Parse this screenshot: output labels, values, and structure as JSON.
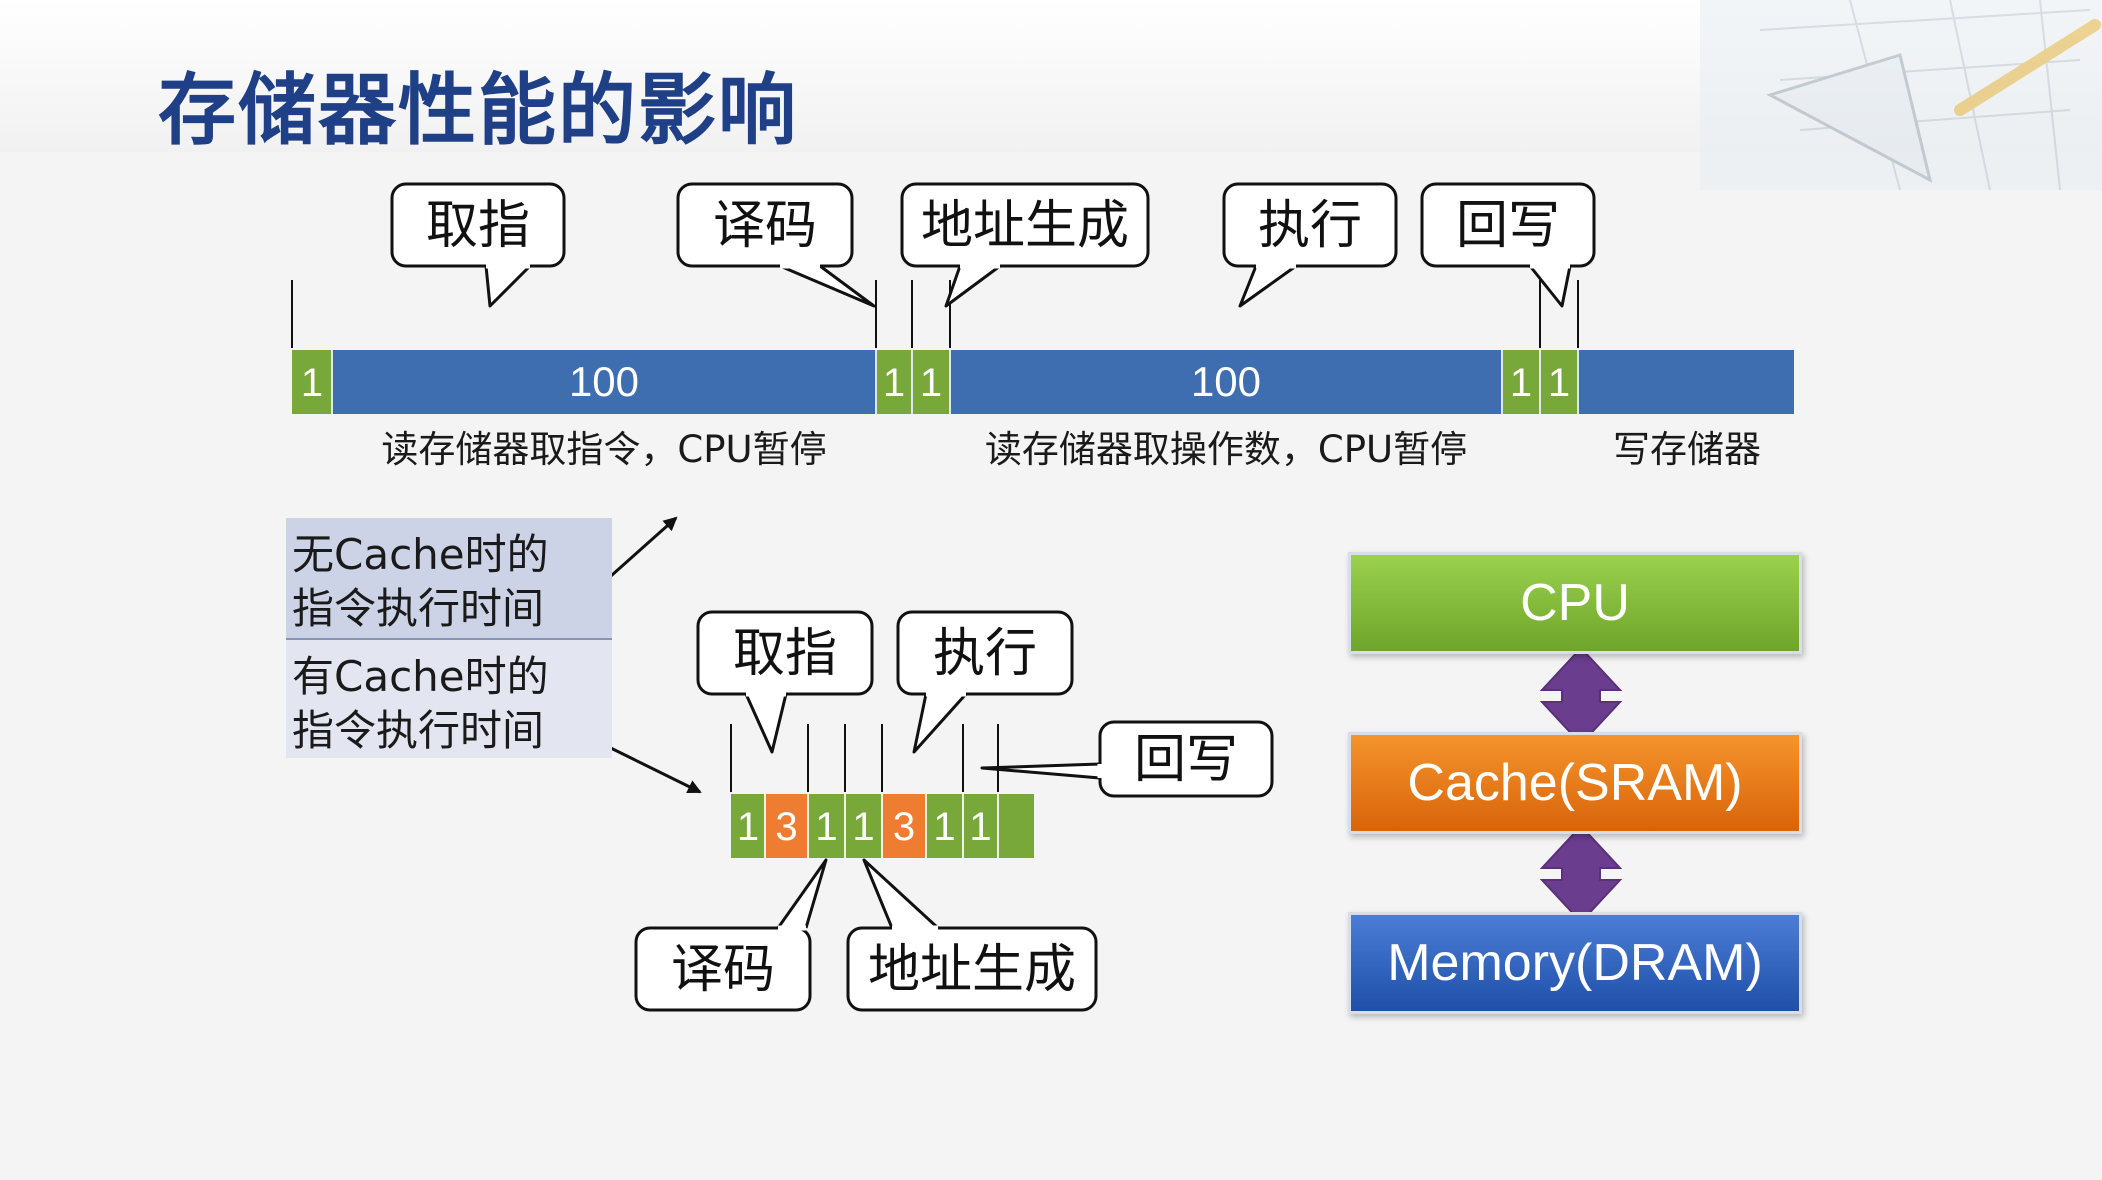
{
  "title": "存储器性能的影响",
  "no_cache": {
    "label_line1": "无Cache时的",
    "label_line2": "指令执行时间",
    "segments": [
      "1",
      "100",
      "1",
      "1",
      "100",
      "1",
      "1",
      ""
    ],
    "captions": [
      "读存储器取指令，CPU暂停",
      "读存储器取操作数，CPU暂停",
      "写存储器"
    ],
    "callouts": [
      "取指",
      "译码",
      "地址生成",
      "执行",
      "回写"
    ]
  },
  "with_cache": {
    "label_line1": "有Cache时的",
    "label_line2": "指令执行时间",
    "segments": [
      "1",
      "3",
      "1",
      "1",
      "3",
      "1",
      "1",
      ""
    ],
    "callouts_top": [
      "取指",
      "执行",
      "回写"
    ],
    "callouts_bottom": [
      "译码",
      "地址生成"
    ]
  },
  "hierarchy": {
    "cpu": "CPU",
    "cache": "Cache(SRAM)",
    "memory": "Memory(DRAM)"
  },
  "colors": {
    "green": "#78a83a",
    "blue": "#3e6db0",
    "orange": "#ef7d31",
    "arrow_purple": "#6a3d8e",
    "title_blue": "#1f3f86"
  }
}
